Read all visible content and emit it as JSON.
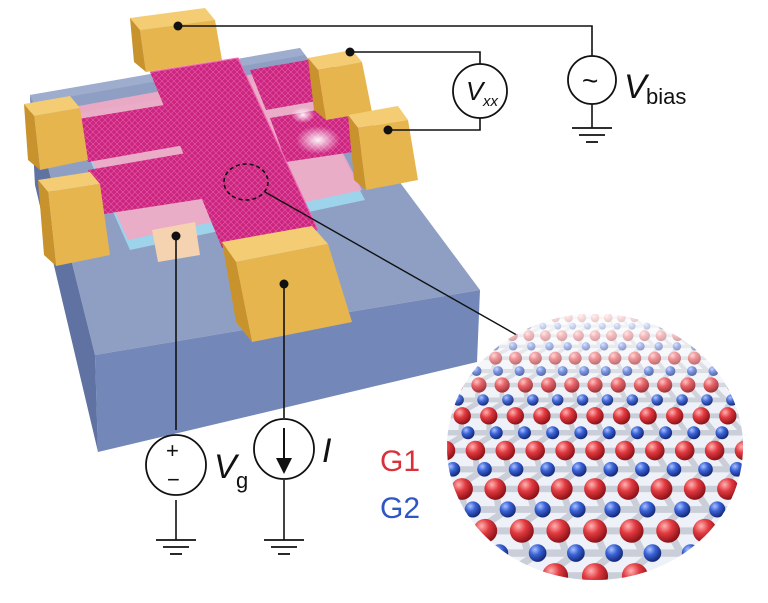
{
  "labels": {
    "vxx": "V",
    "vxx_sub": "xx",
    "vbias": "V",
    "vbias_sub": "bias",
    "vg": "V",
    "vg_sub": "g",
    "current": "I",
    "ac_symbol": "~",
    "plus_symbol": "+",
    "minus_symbol": "−",
    "g1": "G1",
    "g2": "G2"
  },
  "colors": {
    "substrate_top": "#8f9fc4",
    "substrate_front": "#7388b8",
    "substrate_side": "#5f72a2",
    "contact_gold": "#e7b54e",
    "graphene_magenta": "#d42a86",
    "hbn_pink": "#f3a8c4",
    "hbn_blue": "#9fd8f0",
    "g1_red": "#d9303a",
    "g2_blue": "#2e56c4"
  }
}
